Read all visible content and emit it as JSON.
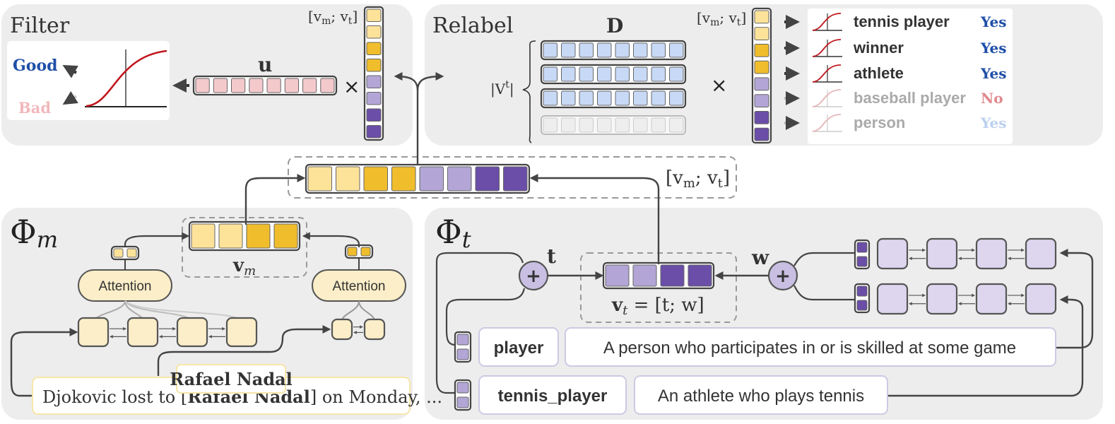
{
  "panels": {
    "filter": "Filter",
    "relabel": "Relabel",
    "phi_m": "Φ",
    "phi_m_sub": "m",
    "phi_t": "Φ",
    "phi_t_sub": "t"
  },
  "filter": {
    "good": "Good",
    "bad": "Bad",
    "u_label": "u",
    "times": "×",
    "concat_label": "[v",
    "concat_sub_m": "m",
    "concat_mid": "; v",
    "concat_sub_t": "t",
    "concat_end": "]"
  },
  "relabel": {
    "d_label": "D",
    "vt_label": "|V",
    "vt_sup": "t",
    "vt_end": "|",
    "times": "×",
    "concat_label": "[v",
    "concat_sub_m": "m",
    "concat_mid": "; v",
    "concat_sub_t": "t",
    "concat_end": "]",
    "types": [
      {
        "name": "tennis player",
        "answer": "Yes",
        "faded": false
      },
      {
        "name": "winner",
        "answer": "Yes",
        "faded": false
      },
      {
        "name": "athlete",
        "answer": "Yes",
        "faded": false
      },
      {
        "name": "baseball player",
        "answer": "No",
        "faded": true
      },
      {
        "name": "person",
        "answer": "Yes",
        "faded": true
      }
    ]
  },
  "center": {
    "concat_label": "[v",
    "concat_sub_m": "m",
    "concat_mid": "; v",
    "concat_sub_t": "t",
    "concat_end": "]"
  },
  "mention": {
    "attention_left": "Attention",
    "attention_right": "Attention",
    "vm_label": "v",
    "vm_sub": "m",
    "entity": "Rafael Nadal",
    "sentence_pre": "Djokovic lost to [",
    "sentence_entity": "Rafael Nadal",
    "sentence_post": "] on Monday, ..."
  },
  "type_enc": {
    "t_label": "t",
    "w_label": "w",
    "plus": "+",
    "vt_eq": "v",
    "vt_eq_sub": "t",
    "vt_eq_rest": " = [t; w]",
    "word1": "player",
    "def1": "A person who participates in or is skilled at some game",
    "word2": "tennis_player",
    "def2": "An athlete who plays tennis"
  },
  "colors": {
    "panel_bg": "#ededed",
    "light_yellow": "#fde39a",
    "dark_yellow": "#f0bd2c",
    "light_purple": "#b3a6d6",
    "dark_purple": "#6b4ea8",
    "pink": "#f4c9cc",
    "blue_cell": "#c8d9f6",
    "gray_cell": "#eeeeee",
    "good_blue": "#1f4fa8",
    "bad_pink": "#f2b8bc",
    "no_red": "#e08a8f"
  }
}
